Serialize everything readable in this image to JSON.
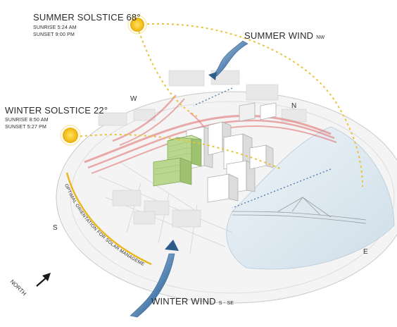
{
  "summer_solstice": {
    "title": "SUMMER SOLSTICE 68°",
    "sunrise": "SUNRISE 5:24 AM",
    "sunset": "SUNSET 9:00 PM"
  },
  "winter_solstice": {
    "title": "WINTER SOLSTICE 22°",
    "sunrise": "SUNRISE 8:50 AM",
    "sunset": "SUNSET 5:27 PM"
  },
  "summer_wind": {
    "label": "SUMMER WIND",
    "direction": "NW"
  },
  "winter_wind": {
    "label": "WINTER WIND",
    "direction": "S - SE"
  },
  "compass": {
    "west": "W",
    "north": "N",
    "south": "S",
    "east": "E"
  },
  "solar_note": "OPTIMAL ORIENTATION FOR SOLAR MANAGEMENT",
  "north_arrow": "NORTH",
  "colors": {
    "sun": "#f3c21c",
    "sun_path": "#e8c43a",
    "solar_arc": "#e9b820",
    "wind": "#4f7fae",
    "road": "#e06a6a",
    "building_green": "#a7c97a",
    "water": "#dce8f0"
  }
}
